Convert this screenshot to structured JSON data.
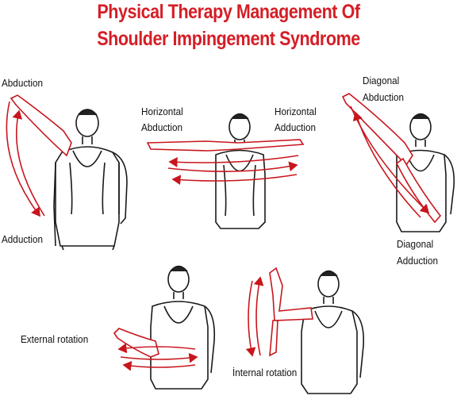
{
  "title": {
    "line1": "Physical Therapy Management Of",
    "line2": "Shoulder Impingement Syndrome"
  },
  "labels": {
    "abduction": "Abduction",
    "adduction": "Adduction",
    "horizontal_abduction_1": "Horizontal",
    "horizontal_abduction_2": "Abduction",
    "horizontal_adduction_1": "Horizontal",
    "horizontal_adduction_2": "Adduction",
    "diagonal_abduction_1": "Diagonal",
    "diagonal_abduction_2": "Abduction",
    "diagonal_adduction_1": "Diagonal",
    "diagonal_adduction_2": "Adduction",
    "external_rotation": "External rotation",
    "internal_rotation": "İnternal rotation"
  },
  "colors": {
    "title": "#d51e26",
    "arrow": "#c8161d",
    "outline": "#1a1a1a"
  }
}
